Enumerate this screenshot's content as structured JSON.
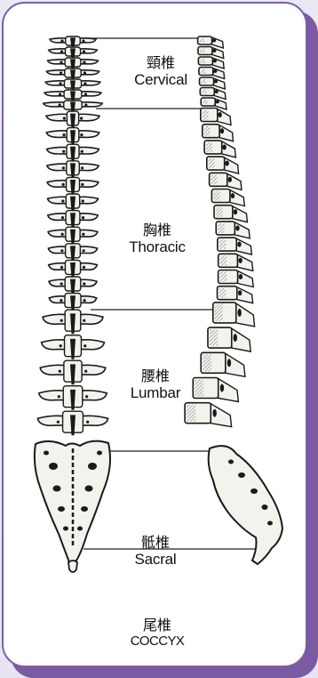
{
  "regions": [
    {
      "id": "cervical",
      "zh": "頸椎",
      "en": "Cervical"
    },
    {
      "id": "thoracic",
      "zh": "胸椎",
      "en": "Thoracic"
    },
    {
      "id": "lumbar",
      "zh": "腰椎",
      "en": "Lumbar"
    },
    {
      "id": "sacral",
      "zh": "骶椎",
      "en": "Sacral"
    },
    {
      "id": "coccyx",
      "zh": "尾椎",
      "en": "COCCYX"
    }
  ],
  "colors": {
    "card_border": "#7b5ea7",
    "card_shadow": "#7a5aa3",
    "panel_background": "#e9e8f3",
    "bone_fill": "#f4f2ec",
    "bone_ink": "#1a1a1a"
  }
}
